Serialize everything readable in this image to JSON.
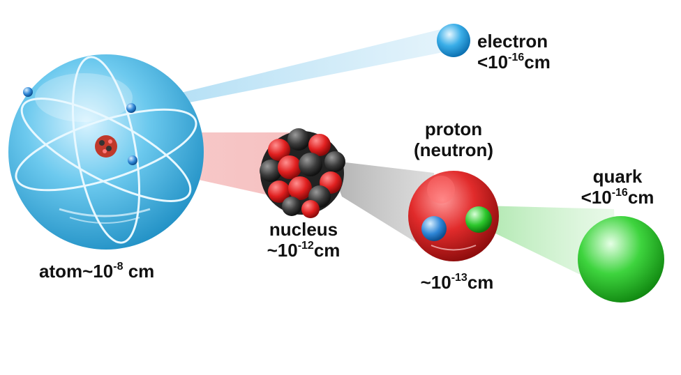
{
  "labels": {
    "electron": {
      "name": "electron",
      "size_prefix": "<10",
      "exponent": "-16",
      "unit": "cm"
    },
    "atom": {
      "name": "atom",
      "size_prefix": "~10",
      "exponent": "-8",
      "unit": "cm"
    },
    "nucleus": {
      "name": "nucleus",
      "size_prefix": "~10",
      "exponent": "-12",
      "unit": "cm"
    },
    "proton": {
      "name_line1": "proton",
      "name_line2": "(neutron)",
      "size_prefix": "~10",
      "exponent": "-13",
      "unit": "cm"
    },
    "quark": {
      "name": "quark",
      "size_prefix": "<10",
      "exponent": "-16",
      "unit": "cm"
    }
  },
  "colors": {
    "atom_blue": "#3fb6e6",
    "electron_blue": "#1e88e5",
    "nucleus_red": "#e53935",
    "nucleus_black": "#333333",
    "proton_red": "#d32f2f",
    "quark_green": "#2ecc40",
    "beam_blue": "#a9d8f2",
    "beam_red": "#f3b3b3",
    "beam_gray": "#b5b5b5",
    "beam_green": "#b7e8b7"
  }
}
